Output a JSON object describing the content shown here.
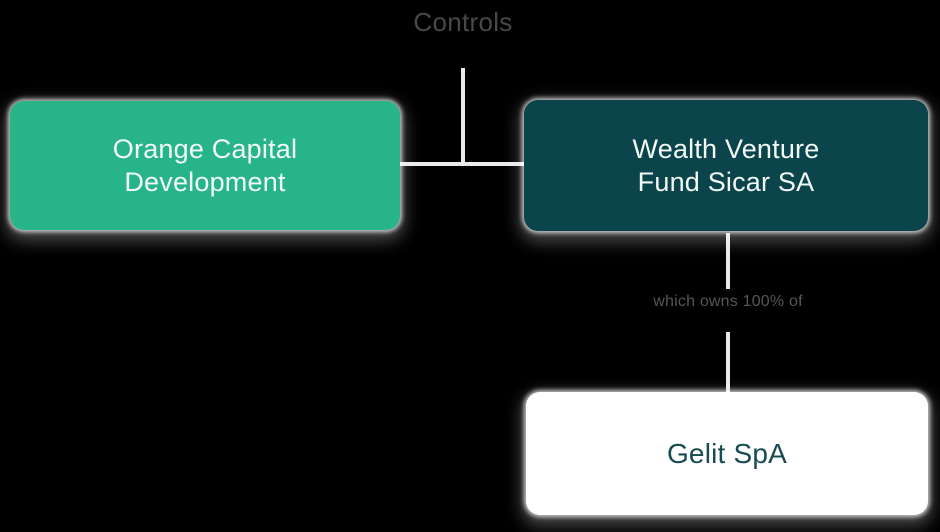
{
  "diagram": {
    "controls_label": "Controls",
    "ownership_label": "which owns 100% of",
    "nodes": {
      "orange_capital": {
        "line1": "Orange Capital",
        "line2": "Development"
      },
      "wealth_venture": {
        "line1": "Wealth Venture",
        "line2": "Fund Sicar SA"
      },
      "gelit": {
        "label": "Gelit SpA"
      }
    },
    "colors": {
      "background": "#000000",
      "orange_capital_bg": "#27b489",
      "wealth_venture_bg": "#0b444b",
      "gelit_bg": "#ffffff",
      "node_text_light": "#f2faf6",
      "gelit_text": "#174a51",
      "connector": "#eaeaea",
      "controls_text": "#46494b",
      "ownership_text": "#54575a"
    }
  }
}
